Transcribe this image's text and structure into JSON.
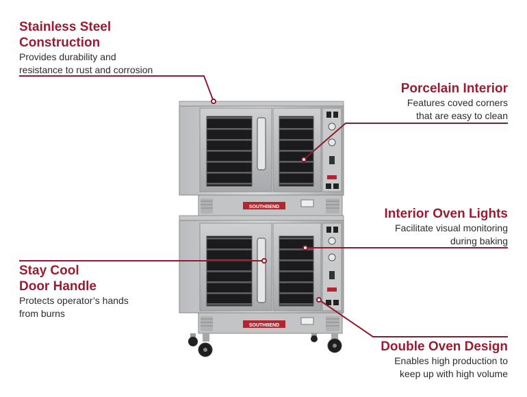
{
  "accent_color": "#9b1b30",
  "brand": "SOUTHBEND",
  "callouts": {
    "stainless": {
      "title_line1": "Stainless Steel",
      "title_line2": "Construction",
      "desc_line1": "Provides durability and",
      "desc_line2": "resistance to rust and corrosion"
    },
    "porcelain": {
      "title": "Porcelain Interior",
      "desc_line1": "Features coved corners",
      "desc_line2": "that are easy to clean"
    },
    "lights": {
      "title": "Interior Oven Lights",
      "desc_line1": "Facilitate visual monitoring",
      "desc_line2": "during baking"
    },
    "handle": {
      "title_line1": "Stay Cool",
      "title_line2": "Door Handle",
      "desc_line1": "Protects operator’s hands",
      "desc_line2": "from burns"
    },
    "double": {
      "title": "Double Oven Design",
      "desc_line1": "Enables high production to",
      "desc_line2": "keep up with high volume"
    }
  }
}
